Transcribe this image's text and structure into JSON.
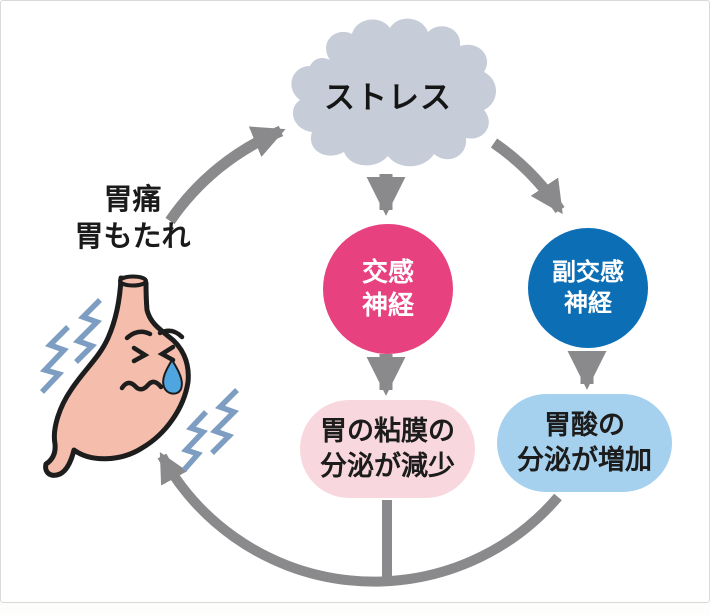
{
  "diagram": {
    "cloud": {
      "label": "ストレス",
      "fill": "#c6cdd8"
    },
    "symptoms": {
      "line1": "胃痛",
      "line2": "胃もたれ"
    },
    "nodes": {
      "sympathetic": {
        "line1": "交感",
        "line2": "神経",
        "fill": "#e7417f",
        "text_color": "#ffffff"
      },
      "parasympathetic": {
        "line1": "副交感",
        "line2": "神経",
        "fill": "#0c6fb6",
        "text_color": "#ffffff"
      },
      "mucosa_result": {
        "line1": "胃の粘膜の",
        "line2": "分泌が減少",
        "fill": "#f8d8de",
        "text_color": "#1c1c1c"
      },
      "acid_result": {
        "line1": "胃酸の",
        "line2": "分泌が増加",
        "fill": "#a6d1ee",
        "text_color": "#1c1c1c"
      }
    },
    "colors": {
      "arrow": "#8a8a8c",
      "zigzag": "#7d9dc2",
      "stomach_fill": "#f5bdab",
      "stomach_outline": "#1d1d1d",
      "tear": "#4fa5e0",
      "text": "#1a1a1a"
    }
  }
}
